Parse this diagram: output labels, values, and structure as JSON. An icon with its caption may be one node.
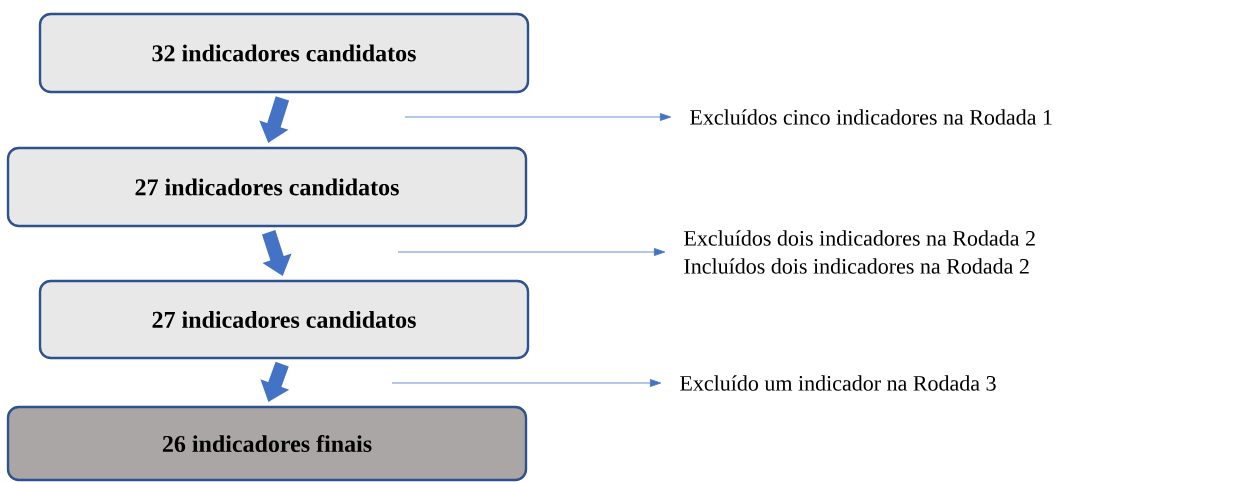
{
  "diagram": {
    "nodes": [
      {
        "text": [
          "32 indicadores candidatos"
        ]
      },
      {
        "text": [
          "27 indicadores candidatos"
        ]
      },
      {
        "text": [
          "27 indicadores candidatos"
        ]
      },
      {
        "text": [
          "26 indicadores finais"
        ]
      },
      {
        "text": [
          "Excluídos cinco indicadores na Rodada 1"
        ]
      },
      {
        "text": [
          "Excluídos dois indicadores na Rodada 2",
          "Incluídos dois indicadores na Rodada 2"
        ]
      },
      {
        "text": [
          "Excluído um indicador na Rodada 3"
        ]
      }
    ],
    "edges": [
      {
        "from": 0,
        "to": 1,
        "arrow": "to",
        "style": "thick"
      },
      {
        "from": 1,
        "to": 2,
        "arrow": "to",
        "style": "thick"
      },
      {
        "from": 2,
        "to": 3,
        "arrow": "to",
        "style": "thick"
      },
      {
        "from": null,
        "to": 4,
        "arrow": "to"
      },
      {
        "from": null,
        "to": 5,
        "arrow": "to"
      },
      {
        "from": null,
        "to": 6,
        "arrow": "to"
      }
    ]
  }
}
